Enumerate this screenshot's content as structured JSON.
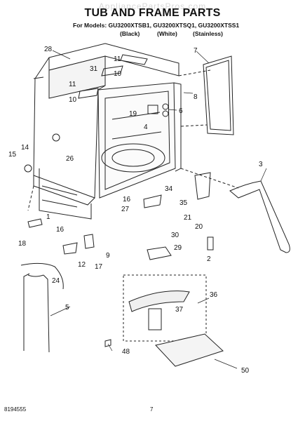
{
  "watermark": "AppliancePartsPros.com",
  "title": "TUB AND FRAME PARTS",
  "models_line": "For Models: GU3200XTSB1, GU3200XTSQ1, GU3200XTSS1",
  "finishes": [
    "(Black)",
    "(White)",
    "(Stainless)"
  ],
  "callouts": [
    "28",
    "31",
    "11",
    "10",
    "11",
    "10",
    "7",
    "8",
    "19",
    "6",
    "4",
    "26",
    "15",
    "14",
    "3",
    "34",
    "16",
    "27",
    "35",
    "21",
    "20",
    "1",
    "16",
    "30",
    "18",
    "9",
    "29",
    "12",
    "17",
    "2",
    "24",
    "36",
    "37",
    "5",
    "48",
    "50"
  ],
  "footer": {
    "doc_number": "8194555",
    "page_number": "7"
  }
}
